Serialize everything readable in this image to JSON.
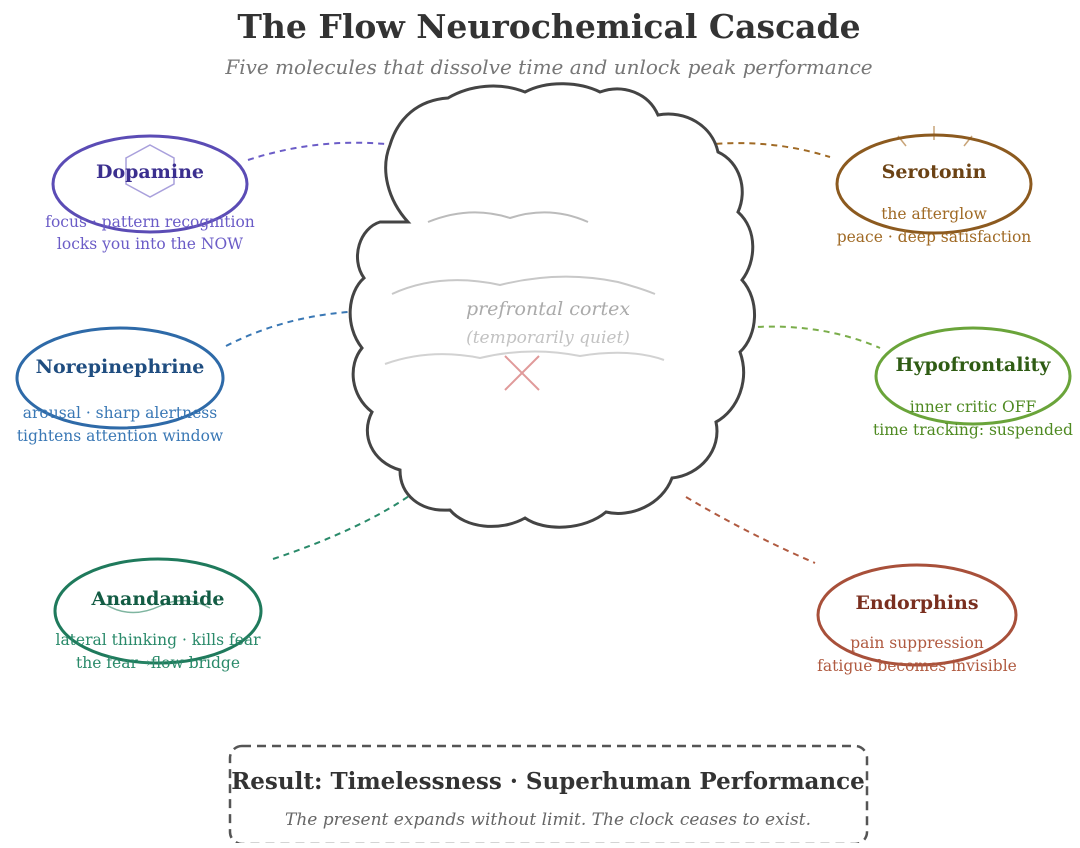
{
  "title": "The Flow Neurochemical Cascade",
  "subtitle": "Five molecules that dissolve time and unlock peak performance",
  "brain": {
    "label": "prefrontal cortex",
    "sublabel": "(temporarily quiet)"
  },
  "nodes": {
    "dopamine": {
      "name": "Dopamine",
      "line1": "focus · pattern recognition",
      "line2": "locks you into the NOW",
      "color": "#5b4cb5",
      "text_color": "#3b2f8f",
      "line_color": "#6b5cc7",
      "icon": "hexagon-icon"
    },
    "norepinephrine": {
      "name": "Norepinephrine",
      "line1": "arousal · sharp alertness",
      "line2": "tightens attention window",
      "color": "#2e6aa8",
      "text_color": "#1f4d80",
      "line_color": "#3a78b5"
    },
    "anandamide": {
      "name": "Anandamide",
      "line1": "lateral thinking · kills fear",
      "line2": "the fear→flow bridge",
      "color": "#1f7a5c",
      "text_color": "#135c44",
      "line_color": "#2a8a6a",
      "icon": "wave-icon"
    },
    "serotonin": {
      "name": "Serotonin",
      "line1": "the afterglow",
      "line2": "peace · deep satisfaction",
      "color": "#8c5a1f",
      "text_color": "#6b4214",
      "line_color": "#a06a25",
      "icon": "sun-rays-icon"
    },
    "hypofrontality": {
      "name": "Hypofrontality",
      "line1": "inner critic OFF",
      "line2": "time tracking: suspended",
      "color": "#6aa43a",
      "text_color": "#2f5c14",
      "line_color": "#4f8a22"
    },
    "endorphins": {
      "name": "Endorphins",
      "line1": "pain suppression",
      "line2": "fatigue becomes invisible",
      "color": "#a8503a",
      "text_color": "#7a2f1f",
      "line_color": "#b05a40"
    }
  },
  "result": {
    "title": "Result: Timelessness · Superhuman Performance",
    "subtitle": "The present expands without limit. The clock ceases to exist."
  }
}
